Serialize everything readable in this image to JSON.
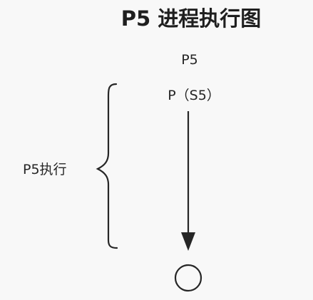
{
  "title": "P5 进程执行图",
  "nodes": {
    "process_name": "P5",
    "process_semaphore": "P（S5）",
    "brace_label": "P5执行"
  },
  "colors": {
    "background": "#f8f8f8",
    "ink": "#262626"
  }
}
